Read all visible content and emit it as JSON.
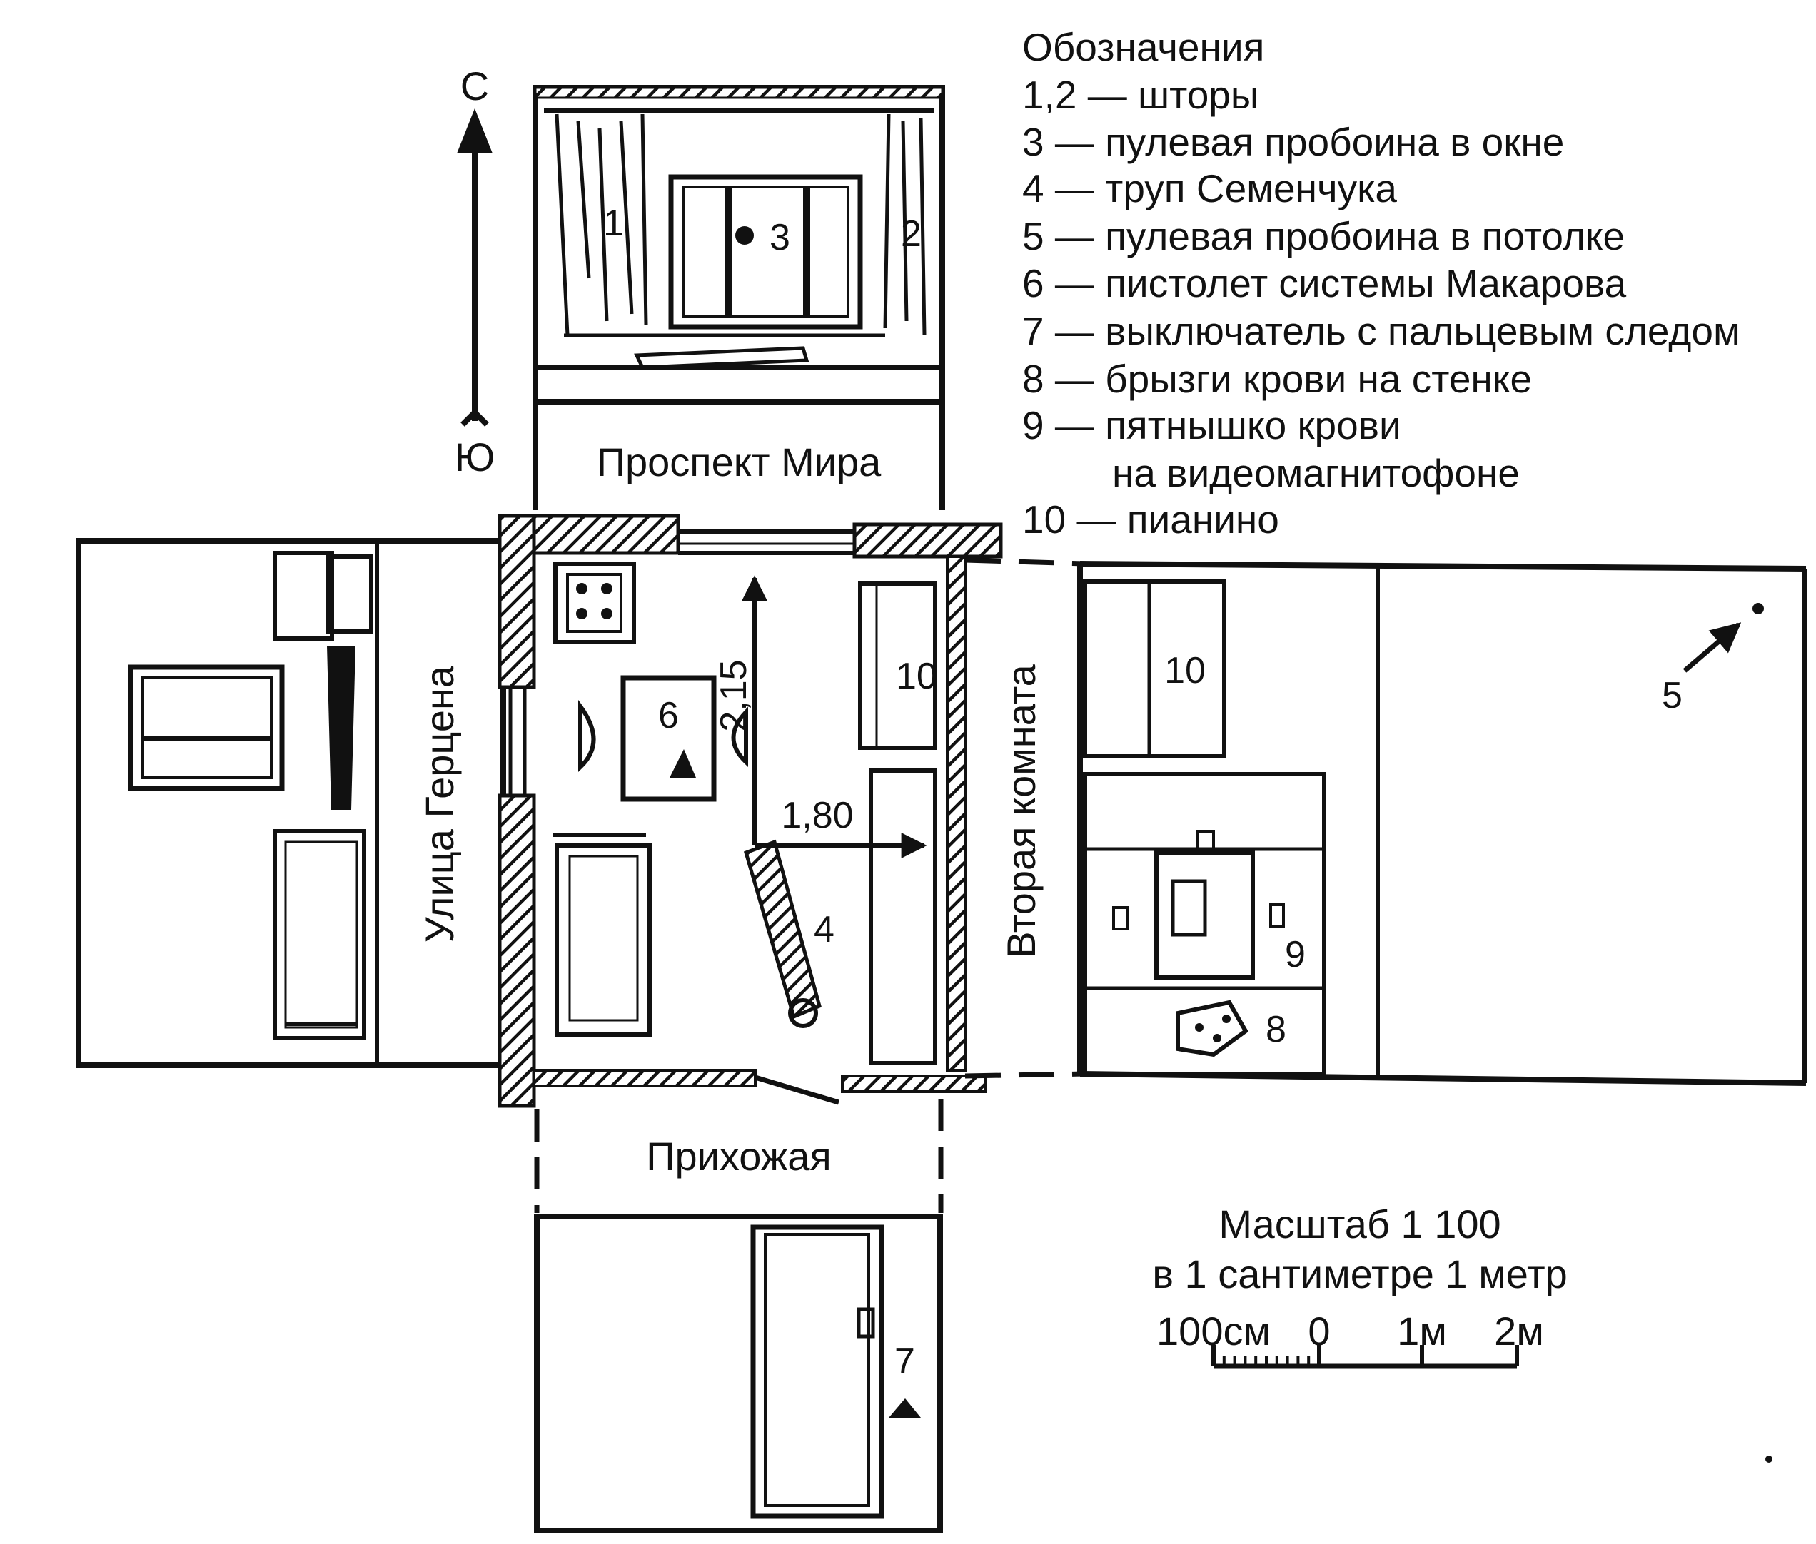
{
  "compass": {
    "north": "С",
    "south": "Ю"
  },
  "legend": {
    "title": "Обозначения",
    "items": [
      {
        "id": "curtains",
        "text": "1,2 — шторы"
      },
      {
        "id": "bullet-window",
        "text": "3 — пулевая пробоина в окне"
      },
      {
        "id": "body",
        "text": "4 — труп Семенчука"
      },
      {
        "id": "bullet-ceiling",
        "text": "5 — пулевая пробоина в потолке"
      },
      {
        "id": "pistol",
        "text": "6 — пистолет системы Макарова"
      },
      {
        "id": "switch",
        "text": "7 — выключатель с пальцевым следом"
      },
      {
        "id": "blood-wall",
        "text": "8 — брызги крови на стенке"
      },
      {
        "id": "blood-vcr-1",
        "text": "9 — пятнышко крови"
      },
      {
        "id": "blood-vcr-2",
        "text": "на видеомагнитофоне"
      },
      {
        "id": "piano",
        "text": "10 — пианино"
      }
    ]
  },
  "rooms": {
    "north": "Проспект Мира",
    "west": "Улица Герцена",
    "east": "Вторая комната",
    "south": "Прихожая"
  },
  "markers": {
    "m1": "1",
    "m2": "2",
    "m3": "3",
    "m4": "4",
    "m5": "5",
    "m6": "6",
    "m7": "7",
    "m8": "8",
    "m9": "9",
    "m10a": "10",
    "m10b": "10"
  },
  "measurements": {
    "vertical": "2,15",
    "horizontal": "1,80"
  },
  "scale": {
    "title": "Масштаб 1 100",
    "subtitle": "в 1 сантиметре 1 метр",
    "labels": {
      "cm100": "100см",
      "zero": "0",
      "m1": "1м",
      "m2": "2м"
    }
  }
}
